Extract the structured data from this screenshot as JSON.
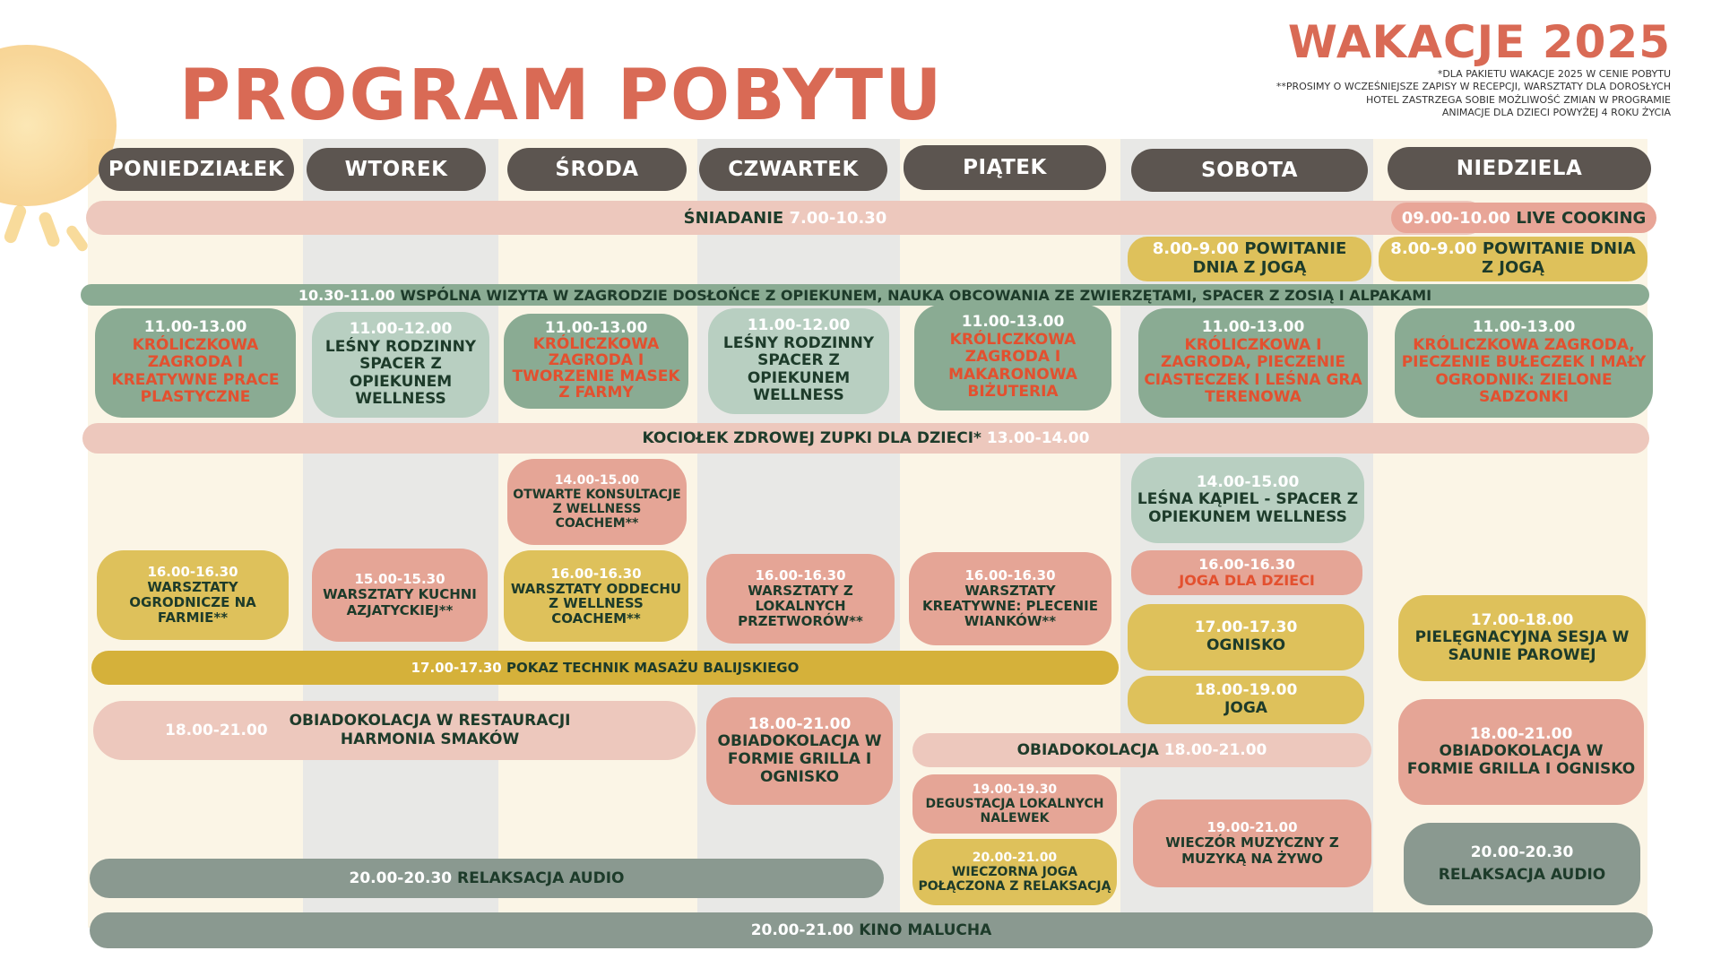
{
  "header": {
    "title": "PROGRAM POBYTU",
    "season": "WAKACJE 2025",
    "notes": [
      "*DLA PAKIETU WAKACJE 2025 W CENIE POBYTU",
      "**PROSIMY O WCZEŚNIEJSZE ZAPISY W RECEPCJI, WARSZTATY DLA DOROSŁYCH",
      "HOTEL ZASTRZEGA SOBIE MOŻLIWOŚĆ ZMIAN W PROGRAMIE",
      "ANIMACJE DLA DZIECI POWYŻEJ 4 ROKU ŻYCIA"
    ]
  },
  "days": [
    "PONIEDZIAŁEK",
    "WTOREK",
    "ŚRODA",
    "CZWARTEK",
    "PIĄTEK",
    "SOBOTA",
    "NIEDZIELA"
  ],
  "bars": {
    "breakfast": {
      "label": "ŚNIADANIE",
      "time": "7.00-10.30"
    },
    "live_cooking": {
      "time": "09.00-10.00",
      "label": "LIVE COOKING"
    },
    "farm_visit": {
      "time": "10.30-11.00",
      "label": "WSPÓLNA WIZYTA W ZAGRODZIE DOSŁOŃCE Z OPIEKUNEM, NAUKA OBCOWANIA ZE ZWIERZĘTAMI, SPACER Z ZOSIĄ I ALPAKAMI"
    },
    "soup": {
      "label": "KOCIOŁEK ZDROWEJ ZUPKI DLA DZIECI*",
      "time": "13.00-14.00"
    },
    "massage": {
      "time": "17.00-17.30",
      "label": "POKAZ TECHNIK MASAŻU BALIJSKIEGO"
    },
    "dinner_mon": {
      "time": "18.00-21.00",
      "label1": "OBIADOKOLACJA W RESTAURACJI",
      "label2": "HARMONIA SMAKÓW"
    },
    "dinner_fri": {
      "label": "OBIADOKOLACJA",
      "time": "18.00-21.00"
    },
    "audio_mon": {
      "time": "20.00-20.30",
      "label": "RELAKSACJA AUDIO"
    },
    "cinema": {
      "time": "20.00-21.00",
      "label": "KINO MALUCHA"
    }
  },
  "cards": {
    "sat_yoga": {
      "time": "8.00-9.00",
      "label": "POWITANIE DNIA Z JOGĄ"
    },
    "sun_yoga": {
      "time": "8.00-9.00",
      "label": "POWITANIE DNIA Z JOGĄ"
    },
    "mon_11": {
      "time": "11.00-13.00",
      "label": "KRÓLICZKOWA ZAGRODA I KREATYWNE PRACE PLASTYCZNE"
    },
    "tue_11": {
      "time": "11.00-12.00",
      "label": "LEŚNY RODZINNY SPACER Z OPIEKUNEM WELLNESS"
    },
    "wed_11": {
      "time": "11.00-13.00",
      "label": "KRÓLICZKOWA ZAGRODA I TWORZENIE MASEK Z FARMY"
    },
    "thu_11": {
      "time": "11.00-12.00",
      "label": "LEŚNY RODZINNY SPACER Z OPIEKUNEM WELLNESS"
    },
    "fri_11": {
      "time": "11.00-13.00",
      "label": "KRÓLICZKOWA ZAGRODA I MAKARONOWA BIŻUTERIA"
    },
    "sat_11": {
      "time": "11.00-13.00",
      "label": "KRÓLICZKOWA I ZAGRODA, PIECZENIE CIASTECZEK I LEŚNA GRA TERENOWA"
    },
    "sun_11": {
      "time": "11.00-13.00",
      "label": "KRÓLICZKOWA ZAGRODA, PIECZENIE BUŁECZEK I MAŁY OGRODNIK: ZIELONE SADZONKI"
    },
    "wed_14": {
      "time": "14.00-15.00",
      "label": "OTWARTE KONSULTACJE Z WELLNESS COACHEM**"
    },
    "sat_14": {
      "time": "14.00-15.00",
      "label": "LEŚNA KĄPIEL - SPACER Z OPIEKUNEM WELLNESS"
    },
    "mon_16": {
      "time": "16.00-16.30",
      "label": "WARSZTATY OGRODNICZE NA FARMIE**"
    },
    "tue_15": {
      "time": "15.00-15.30",
      "label": "WARSZTATY KUCHNI AZJATYCKIEJ**"
    },
    "wed_16": {
      "time": "16.00-16.30",
      "label": "WARSZTATY ODDECHU Z WELLNESS COACHEM**"
    },
    "thu_16": {
      "time": "16.00-16.30",
      "label": "WARSZTATY Z LOKALNYCH PRZETWORÓW**"
    },
    "fri_16": {
      "time": "16.00-16.30",
      "label": "WARSZTATY KREATYWNE: PLECENIE WIANKÓW**"
    },
    "sat_16": {
      "time": "16.00-16.30",
      "label": "JOGA DLA DZIECI"
    },
    "sat_17": {
      "time": "17.00-17.30",
      "label": "OGNISKO"
    },
    "sun_17": {
      "time": "17.00-18.00",
      "label": "PIELĘGNACYJNA SESJA W SAUNIE PAROWEJ"
    },
    "sat_18": {
      "time": "18.00-19.00",
      "label": "JOGA"
    },
    "thu_18": {
      "time": "18.00-21.00",
      "label": "OBIADOKOLACJA W FORMIE GRILLA I OGNISKO"
    },
    "sun_18": {
      "time": "18.00-21.00",
      "label": "OBIADOKOLACJA W FORMIE GRILLA I OGNISKO"
    },
    "fri_19": {
      "time": "19.00-19.30",
      "label": "DEGUSTACJA LOKALNYCH NALEWEK"
    },
    "sat_19": {
      "time": "19.00-21.00",
      "label": "WIECZÓR MUZYCZNY Z MUZYKĄ NA ŻYWO"
    },
    "fri_20": {
      "time": "20.00-21.00",
      "label": "WIECZORNA JOGA POŁĄCZONA Z RELAKSACJĄ"
    },
    "sun_20": {
      "time": "20.00-20.30",
      "label": "RELAKSACJA AUDIO"
    }
  },
  "colors": {
    "accent": "#d96a55",
    "day_pill": "#5c5550",
    "green": "#8aab93",
    "yellow": "#dec15b",
    "salmon": "#e5a596",
    "slate": "#8a9990",
    "red_text": "#e3502f"
  },
  "icons": {
    "sun": "sun-decoration"
  }
}
